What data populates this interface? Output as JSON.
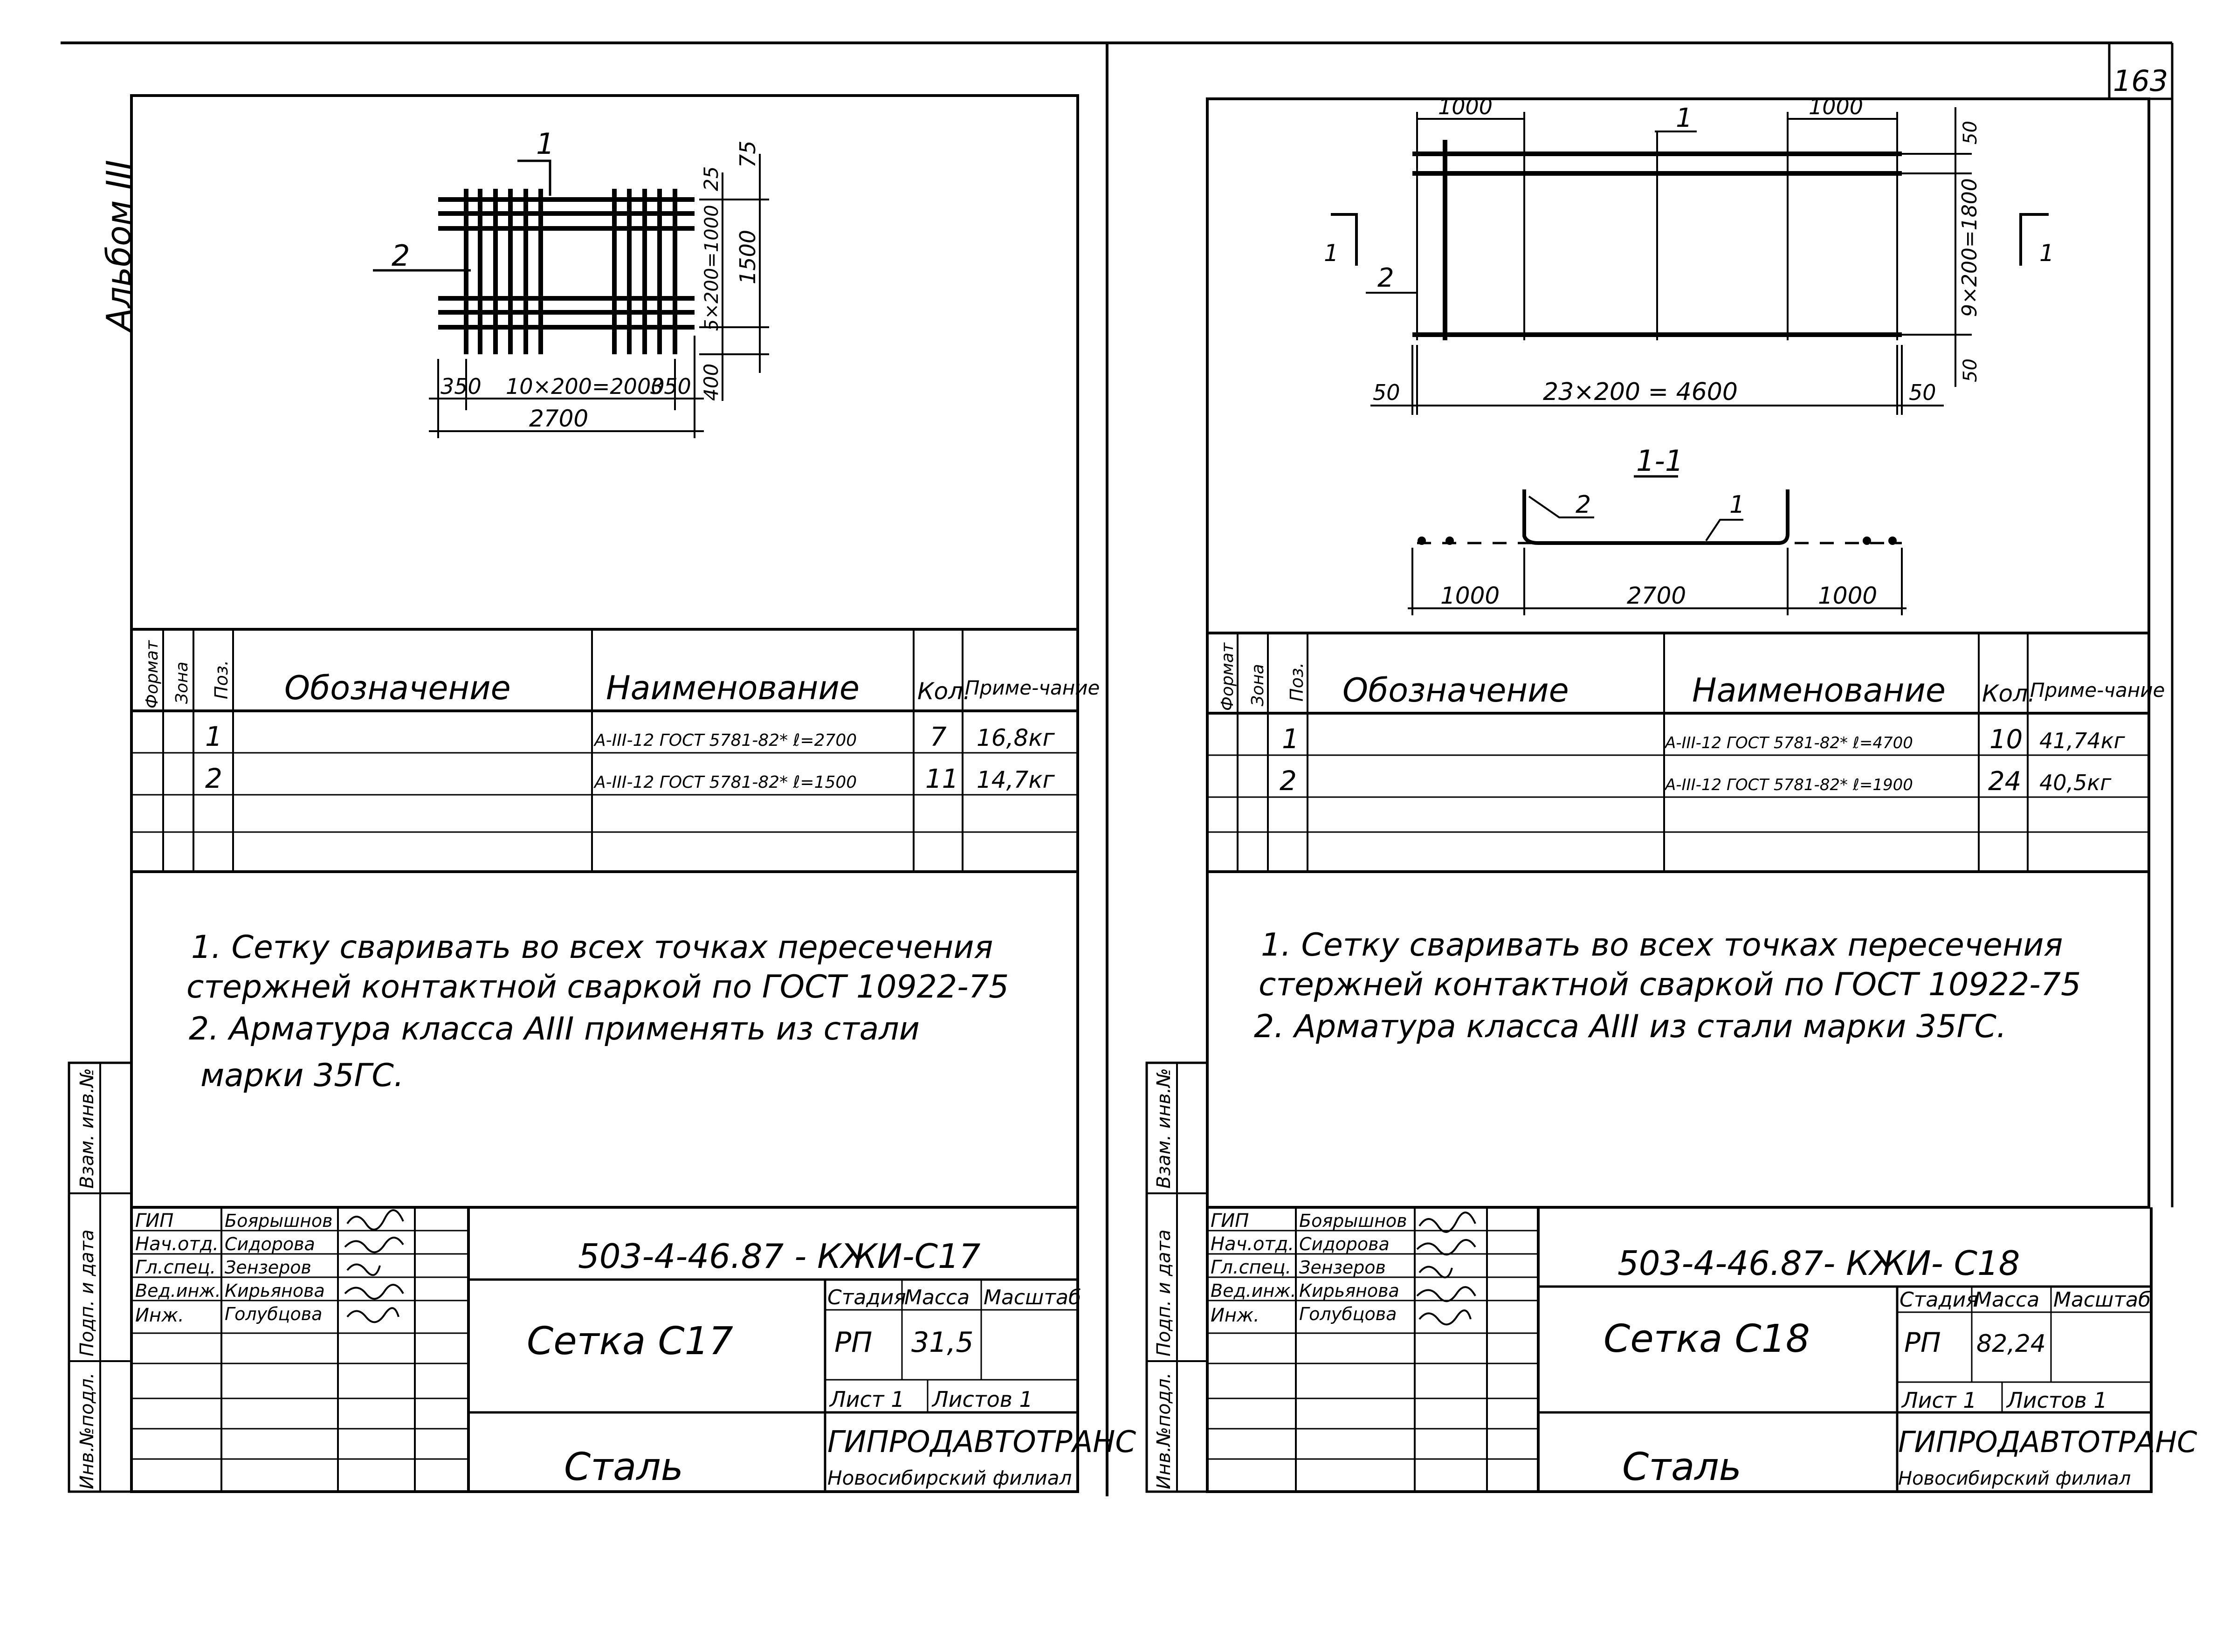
{
  "page_number": "163",
  "album_label": "Альбом III",
  "side_stamp": {
    "inv_podl": "Инв.№подл.",
    "podp_data": "Подп. и дата",
    "vzam_inv": "Взам. инв.№"
  },
  "sheets": [
    {
      "id": "C17",
      "drawing": {
        "pos1": "1",
        "pos2": "2",
        "dim_edge_left": "350",
        "dim_span": "10×200=2000",
        "dim_edge_right": "350",
        "dim_total_width": "2700",
        "dim_top_edge": "25",
        "dim_top_75": "75",
        "dim_height_inner": "5×200=1000",
        "dim_height_total": "1500",
        "dim_bottom_edge": "400"
      },
      "spec": {
        "headers": {
          "format": "Формат",
          "zone": "Зона",
          "pos": "Поз.",
          "designation": "Обозначение",
          "name": "Наименование",
          "qty": "Кол.",
          "note": "Приме-чание"
        },
        "rows": [
          {
            "pos": "1",
            "name": "А-III-12 ГОСТ 5781-82* ℓ=2700",
            "qty": "7",
            "note": "16,8кг"
          },
          {
            "pos": "2",
            "name": "А-III-12 ГОСТ 5781-82* ℓ=1500",
            "qty": "11",
            "note": "14,7кг"
          }
        ]
      },
      "notes": [
        "1. Сетку сваривать во всех точках пересечения",
        "стержней контактной сваркой по ГОСТ 10922-75",
        "2. Арматура класса АIII применять из стали",
        "марки 35ГС."
      ],
      "title_block": {
        "roles": [
          "ГИП",
          "Нач.отд.",
          "Гл.спец.",
          "Вед.инж.",
          "Инж."
        ],
        "persons": [
          "Боярышнов",
          "Сидорова",
          "Зензеров",
          "Кирьянова",
          "Голубцова"
        ],
        "doc_code": "503-4-46.87 - КЖИ-С17",
        "title": "Сетка С17",
        "material": "Сталь",
        "col_stage": "Стадия",
        "col_mass": "Масса",
        "col_scale": "Масштаб",
        "stage": "РП",
        "mass": "31,5",
        "sheet": "Лист 1",
        "sheets": "Листов 1",
        "org": "ГИПРОДАВТОТРАНС",
        "branch": "Новосибирский филиал"
      }
    },
    {
      "id": "C18",
      "drawing": {
        "dim_top_left": "1000",
        "dim_top_right": "1000",
        "pos1": "1",
        "pos2": "2",
        "section_mark": "1",
        "dim_edge_50_top": "50",
        "dim_height": "9×200=1800",
        "dim_edge_50_bottom": "50",
        "dim_left_50": "50",
        "dim_span": "23×200 = 4600",
        "dim_right_50": "50",
        "section_title": "1-1",
        "sec_pos2": "2",
        "sec_pos1": "1",
        "sec_dim_left": "1000",
        "sec_dim_mid": "2700",
        "sec_dim_right": "1000"
      },
      "spec": {
        "headers": {
          "format": "Формат",
          "zone": "Зона",
          "pos": "Поз.",
          "designation": "Обозначение",
          "name": "Наименование",
          "qty": "Кол.",
          "note": "Приме-чание"
        },
        "rows": [
          {
            "pos": "1",
            "name": "А-III-12 ГОСТ 5781-82* ℓ=4700",
            "qty": "10",
            "note": "41,74кг"
          },
          {
            "pos": "2",
            "name": "А-III-12 ГОСТ 5781-82* ℓ=1900",
            "qty": "24",
            "note": "40,5кг"
          }
        ]
      },
      "notes": [
        "1. Сетку сваривать во всех точках пересечения",
        "стержней контактной сваркой по ГОСТ 10922-75",
        "2. Арматура класса АIII из стали марки 35ГС."
      ],
      "title_block": {
        "roles": [
          "ГИП",
          "Нач.отд.",
          "Гл.спец.",
          "Вед.инж.",
          "Инж."
        ],
        "persons": [
          "Боярышнов",
          "Сидорова",
          "Зензеров",
          "Кирьянова",
          "Голубцова"
        ],
        "doc_code": "503-4-46.87- КЖИ- С18",
        "title": "Сетка С18",
        "material": "Сталь",
        "col_stage": "Стадия",
        "col_mass": "Масса",
        "col_scale": "Масштаб",
        "stage": "РП",
        "mass": "82,24",
        "sheet": "Лист 1",
        "sheets": "Листов 1",
        "org": "ГИПРОДАВТОТРАНС",
        "branch": "Новосибирский филиал"
      }
    }
  ]
}
